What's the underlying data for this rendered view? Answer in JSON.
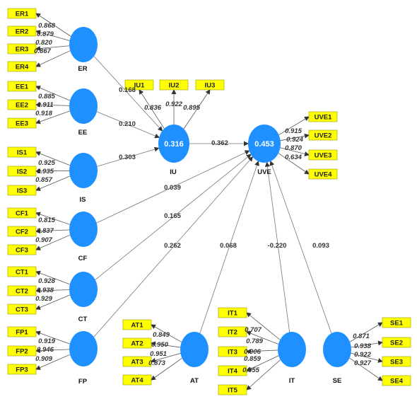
{
  "constructs": [
    {
      "id": "ER",
      "label": "ER",
      "indicators": [
        "ER1",
        "ER2",
        "ER3",
        "ER4"
      ],
      "loadings": [
        "0.868",
        "0.879",
        "0.820",
        "0.867"
      ]
    },
    {
      "id": "EE",
      "label": "EE",
      "indicators": [
        "EE1",
        "EE2",
        "EE3"
      ],
      "loadings": [
        "0.885",
        "0.911",
        "0.918"
      ]
    },
    {
      "id": "IS",
      "label": "IS",
      "indicators": [
        "IS1",
        "IS2",
        "IS3"
      ],
      "loadings": [
        "0.925",
        "0.935",
        "0.857"
      ]
    },
    {
      "id": "CF",
      "label": "CF",
      "indicators": [
        "CF1",
        "CF2",
        "CF3"
      ],
      "loadings": [
        "0.815",
        "0.837",
        "0.907"
      ]
    },
    {
      "id": "CT",
      "label": "CT",
      "indicators": [
        "CT1",
        "CT2",
        "CT3"
      ],
      "loadings": [
        "0.928",
        "0.938",
        "0.929"
      ]
    },
    {
      "id": "FP",
      "label": "FP",
      "indicators": [
        "FP1",
        "FP2",
        "FP3"
      ],
      "loadings": [
        "0.919",
        "0.946",
        "0.909"
      ]
    },
    {
      "id": "IU",
      "label": "IU",
      "r2": "0.316",
      "indicators": [
        "IU1",
        "IU2",
        "IU3"
      ],
      "loadings": [
        "0.836",
        "0.922",
        "0.895"
      ]
    },
    {
      "id": "UVE",
      "label": "UVE",
      "r2": "0.453",
      "indicators": [
        "UVE1",
        "UVE2",
        "UVE3",
        "UVE4"
      ],
      "loadings": [
        "0.915",
        "0.924",
        "0.870",
        "0.634"
      ]
    },
    {
      "id": "AT",
      "label": "AT",
      "indicators": [
        "AT1",
        "AT2",
        "AT3",
        "AT4"
      ],
      "loadings": [
        "0.849",
        "0.950",
        "0.951",
        "0.873"
      ]
    },
    {
      "id": "IT",
      "label": "IT",
      "indicators": [
        "IT1",
        "IT2",
        "IT3",
        "IT4",
        "IT5"
      ],
      "loadings": [
        "0.707",
        "0.789",
        "0.906",
        "0.859",
        "0.955"
      ]
    },
    {
      "id": "SE",
      "label": "SE",
      "indicators": [
        "SE1",
        "SE2",
        "SE3",
        "SE4"
      ],
      "loadings": [
        "0.871",
        "0.938",
        "0.922",
        "0.927"
      ]
    }
  ],
  "paths": [
    {
      "from": "ER",
      "to": "IU",
      "coef": "0.168"
    },
    {
      "from": "EE",
      "to": "IU",
      "coef": "0.210"
    },
    {
      "from": "IS",
      "to": "IU",
      "coef": "0.303"
    },
    {
      "from": "IU",
      "to": "UVE",
      "coef": "0.362"
    },
    {
      "from": "CF",
      "to": "UVE",
      "coef": "0.039"
    },
    {
      "from": "CT",
      "to": "UVE",
      "coef": "0.165"
    },
    {
      "from": "FP",
      "to": "UVE",
      "coef": "0.262"
    },
    {
      "from": "AT",
      "to": "UVE",
      "coef": "0.068"
    },
    {
      "from": "IT",
      "to": "UVE",
      "coef": "-0.220"
    },
    {
      "from": "SE",
      "to": "UVE",
      "coef": "0.093"
    }
  ]
}
